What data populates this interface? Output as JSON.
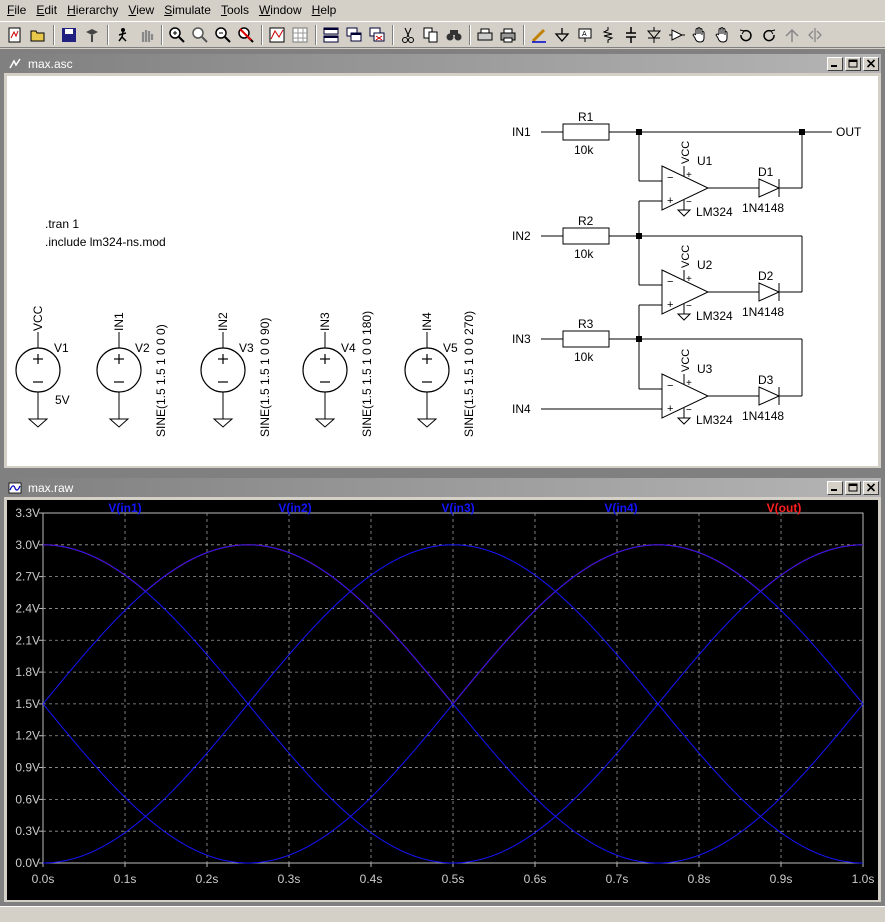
{
  "menu": [
    "File",
    "Edit",
    "Hierarchy",
    "View",
    "Simulate",
    "Tools",
    "Window",
    "Help"
  ],
  "toolbar_icons": [
    "new-schematic-icon",
    "open-icon",
    "save-icon",
    "control-panel-icon",
    "run-icon",
    "halt-icon",
    "zoom-in-icon",
    "zoom-pan-icon",
    "zoom-out-icon",
    "zoom-cancel-icon",
    "autorange-icon",
    "grid-icon",
    "tile-horizontal-icon",
    "cascade-icon",
    "close-window-icon",
    "cut-icon",
    "copy-icon",
    "find-icon",
    "print-preview-icon",
    "print-icon",
    "draw-wire-icon",
    "ground-icon",
    "label-net-icon",
    "resistor-icon",
    "capacitor-icon",
    "diode-icon",
    "component-icon",
    "move-icon",
    "drag-icon",
    "undo-icon",
    "redo-icon",
    "rotate-icon",
    "mirror-icon"
  ],
  "schematic_window": {
    "title": "max.asc",
    "directives": [
      ".tran 1",
      ".include lm324-ns.mod"
    ],
    "sources": [
      {
        "name": "V1",
        "net": "VCC",
        "value": "5V"
      },
      {
        "name": "V2",
        "net": "IN1",
        "value": "SINE(1.5 1.5 1 0 0 0)"
      },
      {
        "name": "V3",
        "net": "IN2",
        "value": "SINE(1.5 1.5 1 0 0 90)"
      },
      {
        "name": "V4",
        "net": "IN3",
        "value": "SINE(1.5 1.5 1 0 0 180)"
      },
      {
        "name": "V5",
        "net": "IN4",
        "value": "SINE(1.5 1.5 1 0 0 270)"
      }
    ],
    "resistors": [
      {
        "name": "R1",
        "value": "10k",
        "net": "IN1"
      },
      {
        "name": "R2",
        "value": "10k",
        "net": "IN2"
      },
      {
        "name": "R3",
        "value": "10k",
        "net": "IN3"
      }
    ],
    "opamps": [
      {
        "name": "U1",
        "model": "LM324",
        "supply": "VCC"
      },
      {
        "name": "U2",
        "model": "LM324",
        "supply": "VCC"
      },
      {
        "name": "U3",
        "model": "LM324",
        "supply": "VCC"
      }
    ],
    "diodes": [
      {
        "name": "D1",
        "model": "1N4148"
      },
      {
        "name": "D2",
        "model": "1N4148"
      },
      {
        "name": "D3",
        "model": "1N4148"
      }
    ],
    "in4_label": "IN4",
    "out_label": "OUT"
  },
  "waveform_window": {
    "title": "max.raw",
    "colors": {
      "in": "#1515ff",
      "out": "#ff1f1f",
      "grid": "#9a9a9a",
      "axis_text": "#cccccc"
    },
    "chart_data": {
      "type": "line",
      "xlabel": "",
      "ylabel": "",
      "xlim": [
        0,
        1.0
      ],
      "ylim": [
        0,
        3.3
      ],
      "x_ticks": [
        "0.0s",
        "0.1s",
        "0.2s",
        "0.3s",
        "0.4s",
        "0.5s",
        "0.6s",
        "0.7s",
        "0.8s",
        "0.9s",
        "1.0s"
      ],
      "y_ticks": [
        "3.3V",
        "3.0V",
        "2.7V",
        "2.4V",
        "2.1V",
        "1.8V",
        "1.5V",
        "1.2V",
        "0.9V",
        "0.6V",
        "0.3V",
        "0.0V"
      ],
      "grid": true,
      "series": [
        {
          "name": "V(in1)",
          "color": "#1515ff",
          "kind": "sine",
          "offset": 1.5,
          "amplitude": 1.5,
          "freq": 1,
          "phase_deg": 0
        },
        {
          "name": "V(in2)",
          "color": "#1515ff",
          "kind": "sine",
          "offset": 1.5,
          "amplitude": 1.5,
          "freq": 1,
          "phase_deg": 90
        },
        {
          "name": "V(in3)",
          "color": "#1515ff",
          "kind": "sine",
          "offset": 1.5,
          "amplitude": 1.5,
          "freq": 1,
          "phase_deg": 180
        },
        {
          "name": "V(in4)",
          "color": "#1515ff",
          "kind": "sine",
          "offset": 1.5,
          "amplitude": 1.5,
          "freq": 1,
          "phase_deg": 270
        },
        {
          "name": "V(out)",
          "color": "#ff1f1f",
          "kind": "max_of_first_three"
        }
      ]
    }
  }
}
